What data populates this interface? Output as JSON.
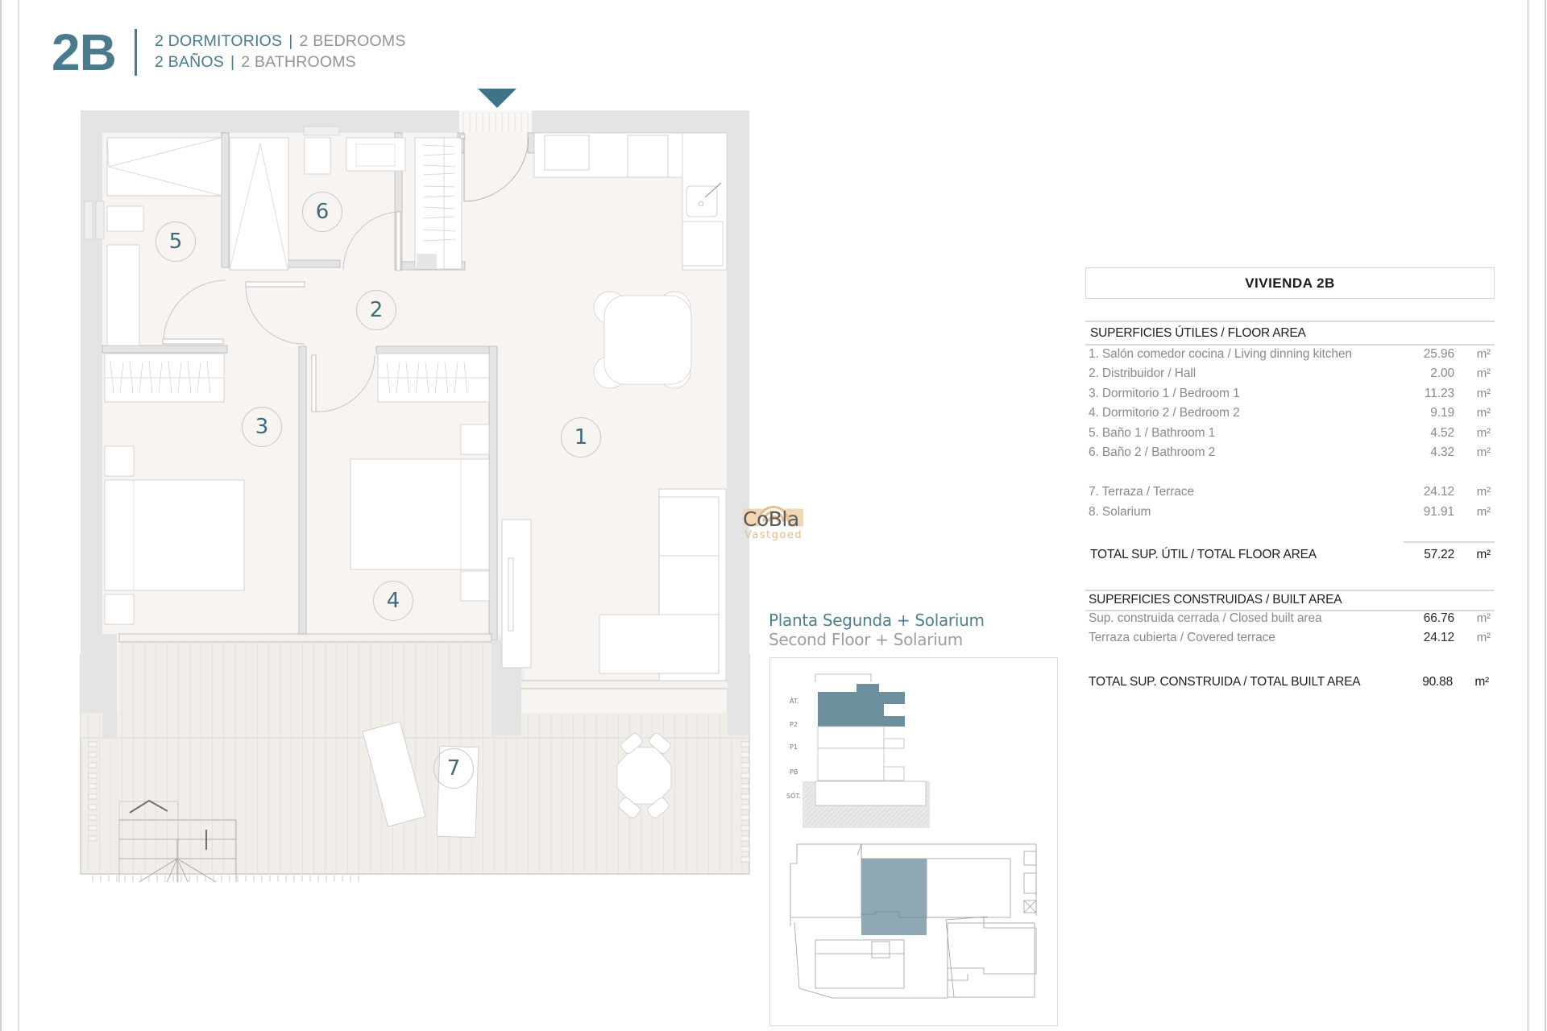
{
  "header": {
    "unit_code": "2B",
    "line1_es": "2 DORMITORIOS",
    "line1_en": "2 BEDROOMS",
    "line2_es": "2 BAÑOS",
    "line2_en": "2 BATHROOMS",
    "separator": "|"
  },
  "plan": {
    "entrance_marker": "entrance-arrow",
    "room_labels": [
      "1",
      "2",
      "3",
      "4",
      "5",
      "6",
      "7"
    ]
  },
  "watermark": {
    "brand": "CoBla",
    "sub": "Vastgoed"
  },
  "location": {
    "title_es": "Planta Segunda + Solarium",
    "title_en": "Second Floor + Solarium",
    "levels": [
      "ÁT.",
      "P2",
      "P1",
      "PB",
      "SÓT."
    ],
    "highlight_color": "#6d909e"
  },
  "table": {
    "title": "VIVIENDA 2B",
    "floor_area_heading": "SUPERFICIES ÚTILES / FLOOR AREA",
    "unit": "m²",
    "floor_rows": [
      {
        "label": "1. Salón comedor cocina / Living dinning kitchen",
        "value": "25.96"
      },
      {
        "label": "2. Distribuidor / Hall",
        "value": "2.00"
      },
      {
        "label": "3. Dormitorio 1 / Bedroom 1",
        "value": "11.23"
      },
      {
        "label": "4. Dormitorio 2 / Bedroom 2",
        "value": "9.19"
      },
      {
        "label": "5. Baño 1 / Bathroom 1",
        "value": "4.52"
      },
      {
        "label": "6. Baño 2 / Bathroom 2",
        "value": "4.32"
      }
    ],
    "outdoor_rows": [
      {
        "label": "7. Terraza / Terrace",
        "value": "24.12"
      },
      {
        "label": "8. Solarium",
        "value": "91.91"
      }
    ],
    "total_floor": {
      "label": "TOTAL SUP. ÚTIL / TOTAL FLOOR AREA",
      "value": "57.22"
    },
    "built_area_heading": "SUPERFICIES CONSTRUIDAS / BUILT AREA",
    "built_rows": [
      {
        "label": "Sup. construida cerrada / Closed built area",
        "value": "66.76"
      },
      {
        "label": "Terraza cubierta / Covered terrace",
        "value": "24.12"
      }
    ],
    "total_built": {
      "label": "TOTAL SUP. CONSTRUIDA /  TOTAL BUILT AREA",
      "value": "90.88"
    }
  },
  "colors": {
    "accent": "#4a7a8c",
    "wall": "#e4e4e4",
    "floor": "#f7f4f1",
    "terrace": "#f1eeea",
    "watermark_orange": "#e6b98a"
  }
}
